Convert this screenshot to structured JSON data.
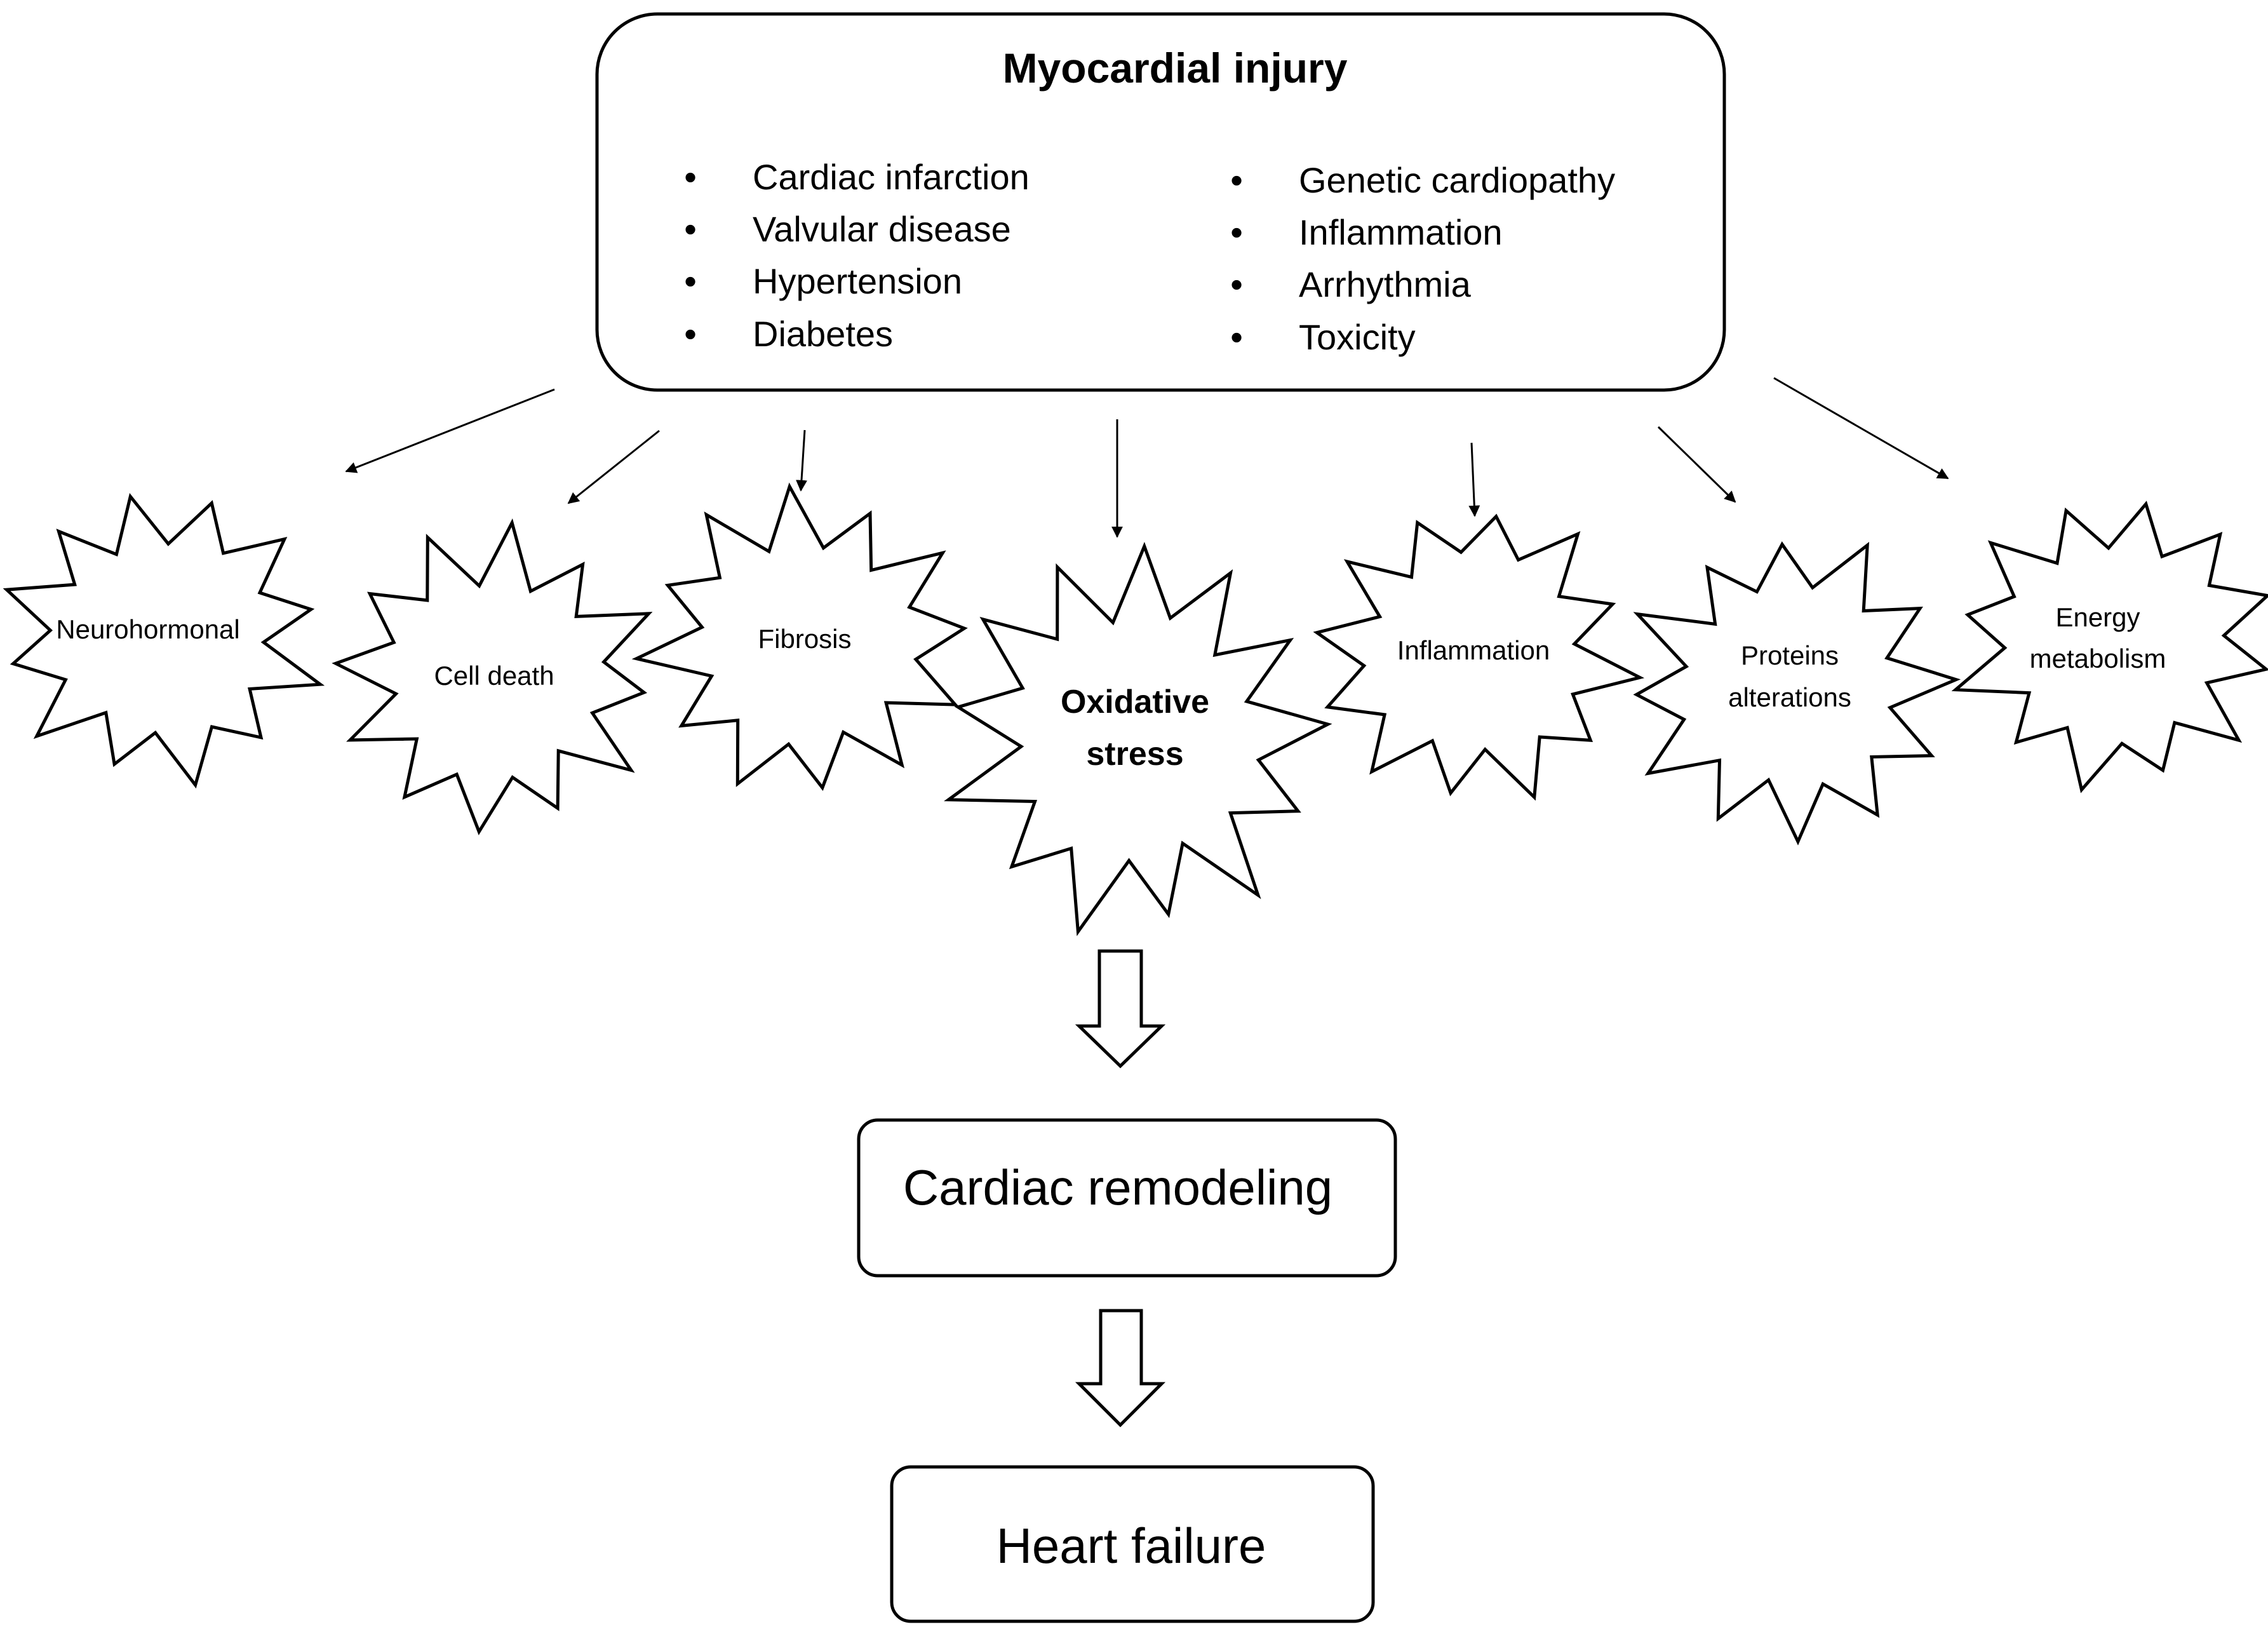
{
  "top_box": {
    "title": "Myocardial injury",
    "left_items": [
      "Cardiac infarction",
      "Valvular disease",
      "Hypertension",
      "Diabetes"
    ],
    "right_items": [
      "Genetic cardiopathy",
      "Inflammation",
      "Arrhythmia",
      "Toxicity"
    ],
    "bullet": "•"
  },
  "mechanisms": [
    {
      "lines": [
        "Neurohormonal"
      ]
    },
    {
      "lines": [
        "Cell death"
      ]
    },
    {
      "lines": [
        "Fibrosis"
      ]
    },
    {
      "lines": [
        "Oxidative",
        "stress"
      ]
    },
    {
      "lines": [
        "Inflammation"
      ]
    },
    {
      "lines": [
        "Proteins",
        "alterations"
      ]
    },
    {
      "lines": [
        "Energy",
        "metabolism"
      ]
    }
  ],
  "remodeling_box": {
    "label": "Cardiac remodeling"
  },
  "failure_box": {
    "label": "Heart failure"
  },
  "colors": {
    "stroke": "#000000",
    "fill": "#ffffff",
    "text": "#000000"
  }
}
